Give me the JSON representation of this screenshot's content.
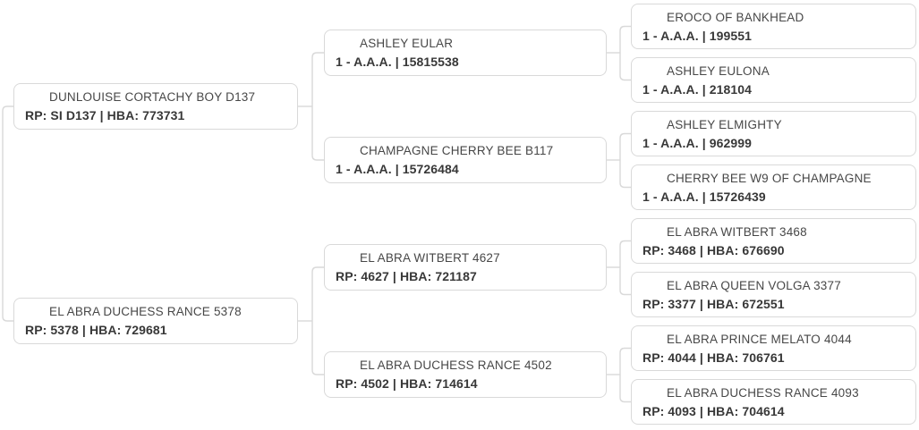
{
  "pedigree": {
    "generation1": [
      {
        "name": "DUNLOUISE CORTACHY BOY D137",
        "detail": "RP: SI D137 | HBA: 773731"
      },
      {
        "name": "EL ABRA DUCHESS RANCE 5378",
        "detail": "RP: 5378 | HBA: 729681"
      }
    ],
    "generation2": [
      {
        "name": "ASHLEY EULAR",
        "detail": "1 - A.A.A. | 15815538"
      },
      {
        "name": "CHAMPAGNE CHERRY BEE B117",
        "detail": "1 - A.A.A. | 15726484"
      },
      {
        "name": "EL ABRA WITBERT 4627",
        "detail": "RP: 4627 | HBA: 721187"
      },
      {
        "name": "EL ABRA DUCHESS RANCE 4502",
        "detail": "RP: 4502 | HBA: 714614"
      }
    ],
    "generation3": [
      {
        "name": "EROCO OF BANKHEAD",
        "detail": "1 - A.A.A. | 199551"
      },
      {
        "name": "ASHLEY EULONA",
        "detail": "1 - A.A.A. | 218104"
      },
      {
        "name": "ASHLEY ELMIGHTY",
        "detail": "1 - A.A.A. | 962999"
      },
      {
        "name": "CHERRY BEE W9 OF CHAMPAGNE",
        "detail": "1 - A.A.A. | 15726439"
      },
      {
        "name": "EL ABRA WITBERT 3468",
        "detail": "RP: 3468 | HBA: 676690"
      },
      {
        "name": "EL ABRA QUEEN VOLGA 3377",
        "detail": "RP: 3377 | HBA: 672551"
      },
      {
        "name": "EL ABRA PRINCE MELATO 4044",
        "detail": "RP: 4044 | HBA: 706761"
      },
      {
        "name": "EL ABRA DUCHESS RANCE 4093",
        "detail": "RP: 4093 | HBA: 704614"
      }
    ]
  },
  "colors": {
    "box_background": "#ffffff",
    "box_border": "#d9d9d9",
    "connector_line": "#d9d9d9",
    "name_text": "#474747",
    "detail_text": "#383838"
  }
}
